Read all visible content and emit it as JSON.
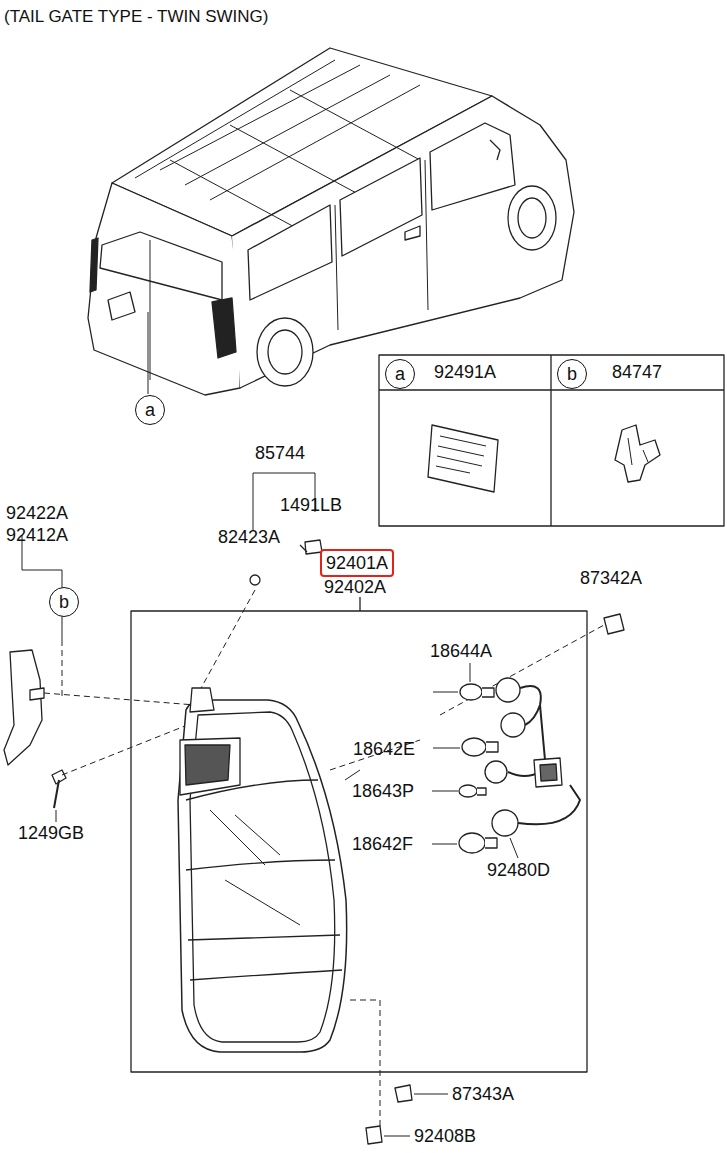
{
  "diagram": {
    "title": "(TAIL GATE TYPE - TWIN SWING)",
    "nodes": [
      {
        "text": [
          "a"
        ]
      },
      {
        "text": [
          "a"
        ]
      },
      {
        "text": [
          "b"
        ]
      },
      {
        "text": [
          "b"
        ]
      },
      {
        "text": [
          "92401A"
        ]
      }
    ],
    "labels": [
      "92491A",
      "84747",
      "85744",
      "1491LB",
      "92422A",
      "92412A",
      "82423A",
      "92402A",
      "87342A",
      "18644A",
      "18642E",
      "18643P",
      "18642F",
      "92480D",
      "1249GB",
      "87343A",
      "92408B"
    ]
  }
}
